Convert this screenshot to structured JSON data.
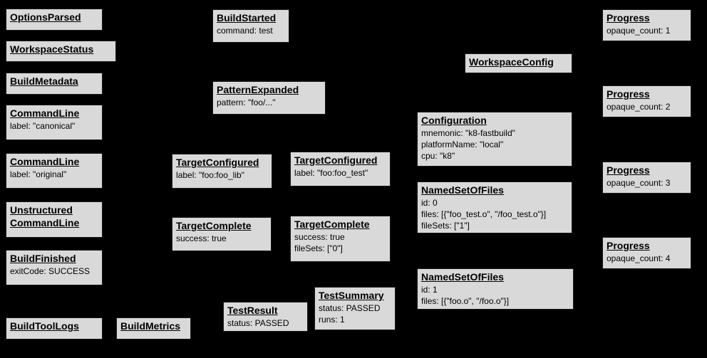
{
  "diagram": {
    "background": "#000000",
    "node_fill": "#d9d9d9",
    "text_color": "#000000"
  },
  "nodes": {
    "options_parsed": {
      "title": "OptionsParsed"
    },
    "workspace_status": {
      "title": "WorkspaceStatus"
    },
    "build_metadata": {
      "title": "BuildMetadata"
    },
    "command_line_canonical": {
      "title": "CommandLine",
      "line1": "label: \"canonical\""
    },
    "command_line_original": {
      "title": "CommandLine",
      "line1": "label: \"original\""
    },
    "unstructured_command_line": {
      "title": "Unstructured",
      "title2": "CommandLine"
    },
    "build_finished": {
      "title": "BuildFinished",
      "line1": "exitCode: SUCCESS"
    },
    "build_tool_logs": {
      "title": "BuildToolLogs"
    },
    "build_metrics": {
      "title": "BuildMetrics"
    },
    "build_started": {
      "title": "BuildStarted",
      "line1": "command: test"
    },
    "pattern_expanded": {
      "title": "PatternExpanded",
      "line1": "pattern: \"foo/...\""
    },
    "target_configured_lib": {
      "title": "TargetConfigured",
      "line1": "label: \"foo:foo_lib\""
    },
    "target_configured_test": {
      "title": "TargetConfigured",
      "line1": "label: \"foo:foo_test\""
    },
    "target_complete_lib": {
      "title": "TargetComplete",
      "line1": "success: true"
    },
    "target_complete_test": {
      "title": "TargetComplete",
      "line1": "success: true",
      "line2": "fileSets: [\"0\"]"
    },
    "test_result": {
      "title": "TestResult",
      "line1": "status: PASSED"
    },
    "test_summary": {
      "title": "TestSummary",
      "line1": "status: PASSED",
      "line2": "runs: 1"
    },
    "workspace_config": {
      "title": "WorkspaceConfig"
    },
    "configuration": {
      "title": "Configuration",
      "line1": "mnemonic: \"k8-fastbuild\"",
      "line2": "platformName: \"local\"",
      "line3": "cpu: \"k8\""
    },
    "named_set_of_files_0": {
      "title": "NamedSetOfFiles",
      "line1": "id: 0",
      "line2": "files: [{\"foo_test.o\", \"/foo_test.o\"}]",
      "line3": "fileSets: [\"1\"]"
    },
    "named_set_of_files_1": {
      "title": "NamedSetOfFiles",
      "line1": "id: 1",
      "line2": "files: [{\"foo.o\", \"/foo.o\"}]"
    },
    "progress_1": {
      "title": "Progress",
      "line1": "opaque_count: 1"
    },
    "progress_2": {
      "title": "Progress",
      "line1": "opaque_count: 2"
    },
    "progress_3": {
      "title": "Progress",
      "line1": "opaque_count: 3"
    },
    "progress_4": {
      "title": "Progress",
      "line1": "opaque_count: 4"
    }
  }
}
